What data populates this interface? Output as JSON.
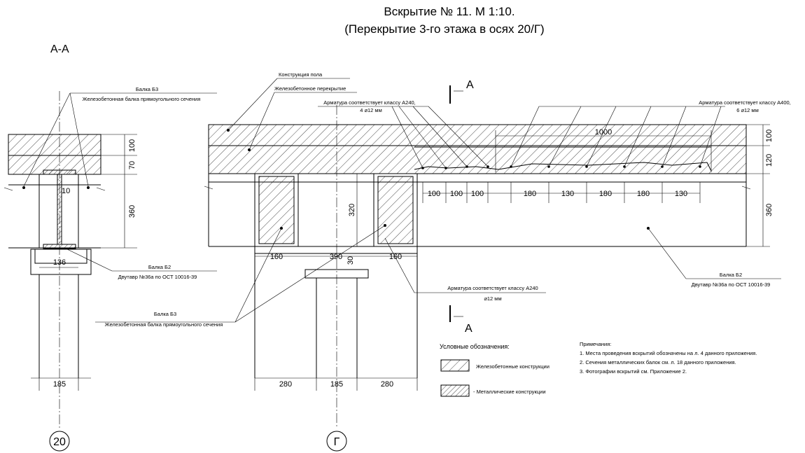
{
  "title": {
    "line1": "Вскрытие № 11. М 1:10.",
    "line2": "(Перекрытие 3-го этажа в осях 20/Г)"
  },
  "section_label": "А-А",
  "cut_marker": "А",
  "axes": {
    "left": "20",
    "right": "Г"
  },
  "callouts": {
    "floor_construction": "Конструкция пола",
    "rc_slab": "Железобетонное перекрытие",
    "rebar_a240_top_1": "Арматура соответствует классу А240,",
    "rebar_a240_top_2": "4 ⌀12 мм",
    "rebar_a400_1": "Арматура соответствует классу А400,",
    "rebar_a400_2": "6 ⌀12 мм",
    "beam_b3_left_1": "Балка Б3",
    "beam_b3_left_2": "Железобетонная балка прямоугольного сечения",
    "beam_b2_left_1": "Балка Б2",
    "beam_b2_left_2": "Двутавр №36а по ОСТ 10016-39",
    "beam_b3_mid_1": "Балка Б3",
    "beam_b3_mid_2": "Железобетонная балка прямоугольного сечения",
    "rebar_a240_bot_1": "Арматура соответствует классу А240",
    "rebar_a240_bot_2": "⌀12 мм",
    "beam_b2_right_1": "Балка Б2",
    "beam_b2_right_2": "Двутавр №36а по ОСТ 10016-39"
  },
  "dimensions": {
    "left_100": "100",
    "left_70": "70",
    "left_360": "360",
    "left_10": "10",
    "left_136": "136",
    "left_185": "185",
    "main_320": "320",
    "main_160a": "160",
    "main_390": "390",
    "main_30": "30",
    "main_160b": "160",
    "spacing_100a": "100",
    "spacing_100b": "100",
    "spacing_100c": "100",
    "spacing_180a": "180",
    "spacing_130a": "130",
    "spacing_180b": "180",
    "spacing_180c": "180",
    "spacing_130b": "130",
    "span_1000": "1000",
    "right_100": "100",
    "right_120": "120",
    "right_360": "360",
    "bottom_280a": "280",
    "bottom_185": "185",
    "bottom_280b": "280"
  },
  "legend": {
    "title": "Условные обозначения:",
    "rc": "Железобетонные конструкции",
    "metal": "- Металлические конструкции"
  },
  "notes": {
    "title": "Примечания:",
    "n1": "1. Места проведения вскрытий обозначены на л. 4 данного приложения.",
    "n2": "2. Сечения металлических балок см. л. 18 данного приложения.",
    "n3": "3. Фотографии вскрытий см. Приложение 2."
  }
}
